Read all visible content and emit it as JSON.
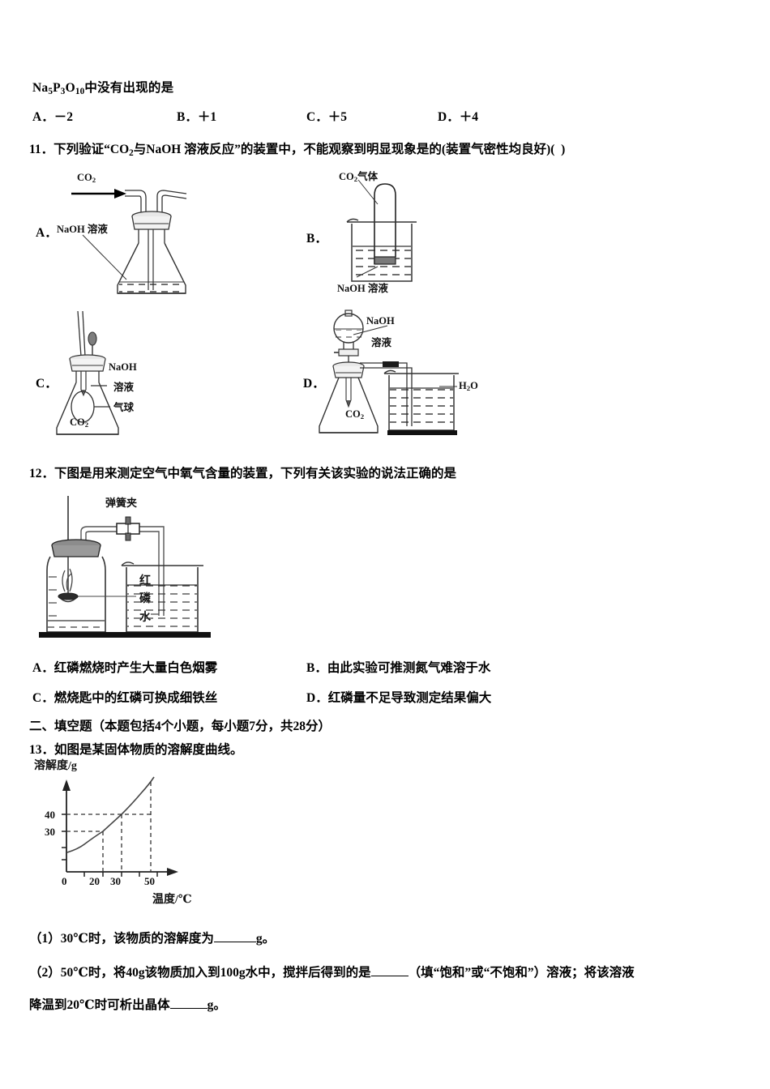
{
  "question10_tail": {
    "formula_prefix": "Na",
    "formula": "Na5P3O10中没有出现的是",
    "text_part_a": "Na",
    "options": [
      {
        "label": "A．",
        "value": "－2"
      },
      {
        "label": "B．",
        "value": "＋1"
      },
      {
        "label": "C．",
        "value": "＋5"
      },
      {
        "label": "D．",
        "value": "＋4"
      }
    ]
  },
  "question11": {
    "number": "11．",
    "stem": "下列验证“CO2与NaOH溶液反应”的装置中，不能观察到明显现象是的(装置气密性均良好)(　)",
    "stem_pre": "下列验证“CO",
    "stem_mid": "与NaOH 溶液反应”的装置中，不能观察到明显现象是的(装置气密性均良好)(  )",
    "options": [
      {
        "label": "A．",
        "name": "gas-washing-bottle",
        "annotations": [
          "CO2",
          "NaOH 溶液"
        ],
        "co2_label": "CO",
        "naoh_label": "NaOH 溶液"
      },
      {
        "label": "B．",
        "name": "inverted-tube-beaker",
        "co2_label": "CO",
        "co2_suffix": "气体",
        "naoh_label": "NaOH 溶液"
      },
      {
        "label": "C．",
        "name": "flask-with-balloon",
        "naoh_label_1": "NaOH",
        "naoh_label_2": "溶液",
        "balloon_label": "气球",
        "co2_label": "CO"
      },
      {
        "label": "D．",
        "name": "dropping-funnel-beaker",
        "naoh_label_1": "NaOH",
        "naoh_label_2": "溶液",
        "co2_label": "CO",
        "water_label": "H",
        "water_suffix": "O"
      }
    ]
  },
  "question12": {
    "number": "12．",
    "stem": "下图是用来测定空气中氧气含量的装置，下列有关该实验的说法正确的是",
    "figure": {
      "name": "oxygen-content-apparatus",
      "clip_label": "弹簧夹",
      "phosphorus_label": [
        "红",
        "磷"
      ],
      "water_label": "水"
    },
    "options": [
      {
        "label": "A．",
        "text": "红磷燃烧时产生大量白色烟雾"
      },
      {
        "label": "B．",
        "text": "由此实验可推测氮气难溶于水"
      },
      {
        "label": "C．",
        "text": "燃烧匙中的红磷可换成细铁丝"
      },
      {
        "label": "D．",
        "text": "红磷量不足导致测定结果偏大"
      }
    ]
  },
  "section2": {
    "heading": "二、填空题（本题包括4个小题，每小题7分，共28分）"
  },
  "question13": {
    "number": "13．",
    "stem": "如图是某固体物质的溶解度曲线。",
    "sub1_pre": "（1）30℃时，该物质的溶解度为",
    "sub1_post": "g。",
    "sub2_line1_pre": "（2）50℃时，将40g该物质加入到100g水中，搅拌后得到的是",
    "sub2_line1_post": "（填“饱和”或“不饱和”）溶液；将该溶液",
    "sub2_line2_pre": "降温到20℃时可析出晶体",
    "sub2_line2_post": "g。"
  },
  "chart_data": {
    "type": "line",
    "title": "",
    "ylabel": "溶解度/g",
    "xlabel": "温度/℃",
    "x_ticks": [
      0,
      20,
      30,
      50
    ],
    "x_tick_labels": [
      "0",
      "20",
      "30",
      "50"
    ],
    "y_ticks": [
      30,
      40
    ],
    "y_tick_labels": [
      "30",
      "40"
    ],
    "xlim": [
      0,
      58
    ],
    "ylim": [
      0,
      62
    ],
    "grid": false,
    "legend": "none",
    "curve_points": [
      [
        0,
        14
      ],
      [
        5,
        16
      ],
      [
        10,
        19.5
      ],
      [
        15,
        24
      ],
      [
        20,
        30
      ],
      [
        25,
        35
      ],
      [
        30,
        40
      ],
      [
        35,
        44.5
      ],
      [
        40,
        49
      ],
      [
        45,
        54
      ],
      [
        50,
        58
      ],
      [
        54,
        62
      ]
    ],
    "guide_lines": [
      {
        "x": 20,
        "y": 30,
        "label": "20℃ → 30g"
      },
      {
        "x": 30,
        "y": 40,
        "label": "30℃ → 40g"
      },
      {
        "x": 50,
        "y": 58,
        "label": "50℃"
      }
    ],
    "annotations": []
  }
}
